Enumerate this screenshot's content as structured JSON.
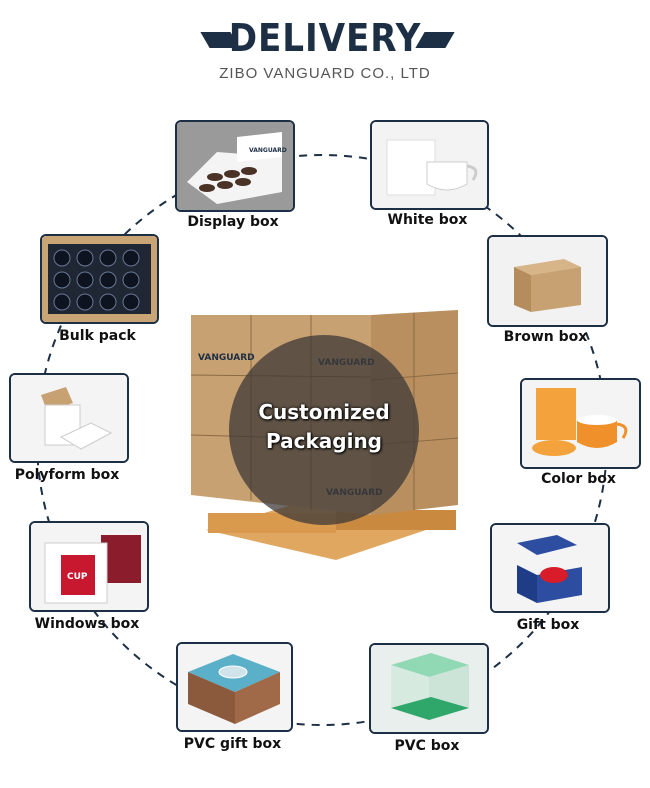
{
  "header": {
    "title": "DELIVERY",
    "subtitle": "ZIBO VANGUARD CO., LTD"
  },
  "center": {
    "line1": "Customized",
    "line2": "Packaging",
    "brand": "VANGUARD"
  },
  "items": [
    {
      "label": "Display box"
    },
    {
      "label": "White box"
    },
    {
      "label": "Bulk pack"
    },
    {
      "label": "Brown box"
    },
    {
      "label": "Polyform box"
    },
    {
      "label": "Color box"
    },
    {
      "label": "Windows box"
    },
    {
      "label": "Gift box"
    },
    {
      "label": "PVC gift box"
    },
    {
      "label": "PVC box"
    }
  ],
  "colors": {
    "navy": "#1c2f45",
    "kraft": "#c8a172",
    "orange": "#f4a23b",
    "red": "#c8182f"
  }
}
